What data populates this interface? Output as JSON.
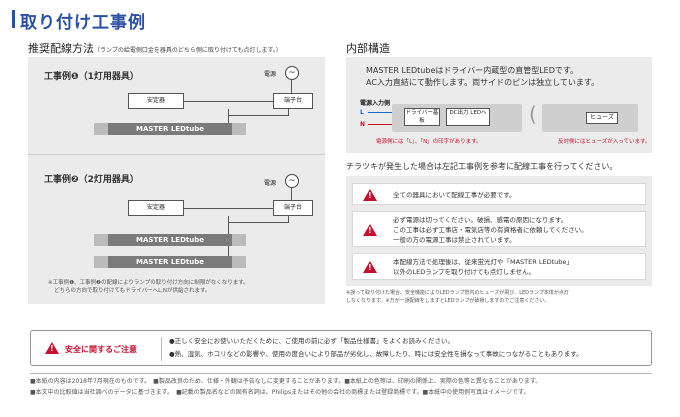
{
  "header": {
    "title": "取り付け工事例"
  },
  "left": {
    "heading": "推奨配線方法",
    "heading_note": "（ランプの給電側口金を器具のどちら側に取り付けても点灯します。）",
    "example1": {
      "title": "工事例❶（1灯用器具）",
      "power": "電源",
      "ballast": "安定器",
      "terminal": "端子台",
      "tube": "MASTER LEDtube"
    },
    "example2": {
      "title": "工事例❷（2灯用器具）",
      "power": "電源",
      "ballast": "安定器",
      "terminal": "端子台",
      "tube1": "MASTER LEDtube",
      "tube2": "MASTER LEDtube"
    },
    "note1": "※工事例❶、工事例❷の配線によりランプの取り付け方向に制限がなくなります。",
    "note2": "どちらの方向で取り付けてもドライバーへL,Nが供給されます。"
  },
  "right": {
    "heading": "内部構造",
    "desc1": "MASTER LEDtubeはドライバー内蔵型の直管型LEDです。",
    "desc2": "AC入力直結にて動作します。両サイドのピンは独立しています。",
    "power_input": "電源入力側",
    "L": "L",
    "N": "N",
    "driver": "ドライバー基板",
    "dc_led": "DC出力 LEDへ",
    "fuse": "ヒューズ",
    "caption_left": "電源側には「L」、「N」の印字があります。",
    "caption_right": "反対側にはヒューズが入っています。",
    "flicker": "チラツキが発生した場合は左記工事例を参考に配線工事を行ってください。",
    "warnings": [
      [
        "全ての器具において配線工事が必要です。"
      ],
      [
        "必ず電源は切ってください。破損、感電の原因になります。",
        "この工事は必ず工事店・電気店等の有資格者に依頼してください。",
        "一般の方の電源工事は禁止されています。"
      ],
      [
        "本配線方法で処理後は、従来蛍光灯や「MASTER LEDtube」",
        "以外のLEDランプを取り付けても点灯しません。"
      ]
    ],
    "note_a": "※誤って取り付けた場合、安全機能によりLEDランプ管内のヒューズが飛び、LEDランプ本体が点灯",
    "note_b": "しなくなります。※万が一誤配線をしますとLEDランプが破損しますのでご注意ください。"
  },
  "safety": {
    "label": "安全に関するご注意",
    "line1": "●正しく安全にお使いいただくために、ご使用の前に必ず「製品仕様書」をよくお読みください。",
    "line2": "●熱、湿気、ホコリなどの影響や、使用の度合いにより部品が劣化し、故障したり、時には安全性を損なって事故につながることもあります。"
  },
  "footer": {
    "line1": "■本紙の内容は2018年7月現在のものです。　■製品改良のため、仕様・外観は予告なしに変更することがあります。■本紙上の色等は、印刷の関係上、実際の色等と異なることがあります。",
    "line2": "■本文中の比較値は当社調べのデータに基づきます。　■記載の製品名などの固有名詞は、Philipsまたはその他の会社の商標または登録商標です。■本紙中の使用例写真はイメージです。"
  }
}
